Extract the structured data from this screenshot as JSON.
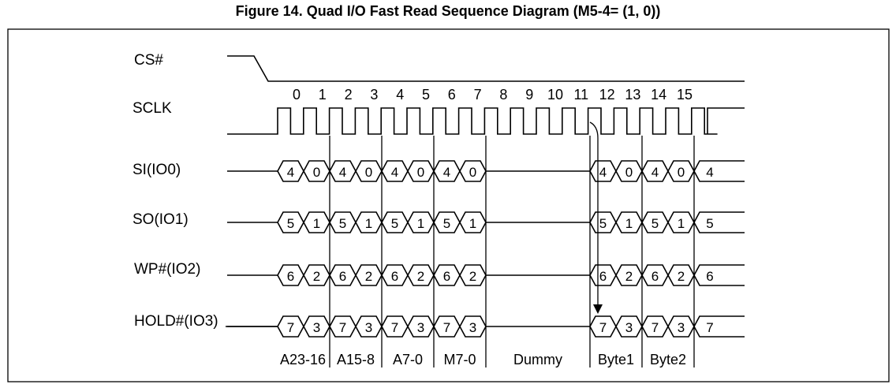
{
  "title": "Figure 14. Quad I/O Fast Read Sequence Diagram (M5-4= (1, 0))",
  "signals": {
    "cs": "CS#",
    "sclk": "SCLK",
    "io0": "SI(IO0)",
    "io1": "SO(IO1)",
    "io2": "WP#(IO2)",
    "io3": "HOLD#(IO3)"
  },
  "clock_numbers": [
    "0",
    "1",
    "2",
    "3",
    "4",
    "5",
    "6",
    "7",
    "8",
    "9",
    "10",
    "11",
    "12",
    "13",
    "14",
    "15"
  ],
  "lanes": [
    {
      "high": "4",
      "low": "0"
    },
    {
      "high": "5",
      "low": "1"
    },
    {
      "high": "6",
      "low": "2"
    },
    {
      "high": "7",
      "low": "3"
    }
  ],
  "segments": [
    "A23-16",
    "A15-8",
    "A7-0",
    "M7-0",
    "Dummy",
    "Byte1",
    "Byte2"
  ]
}
